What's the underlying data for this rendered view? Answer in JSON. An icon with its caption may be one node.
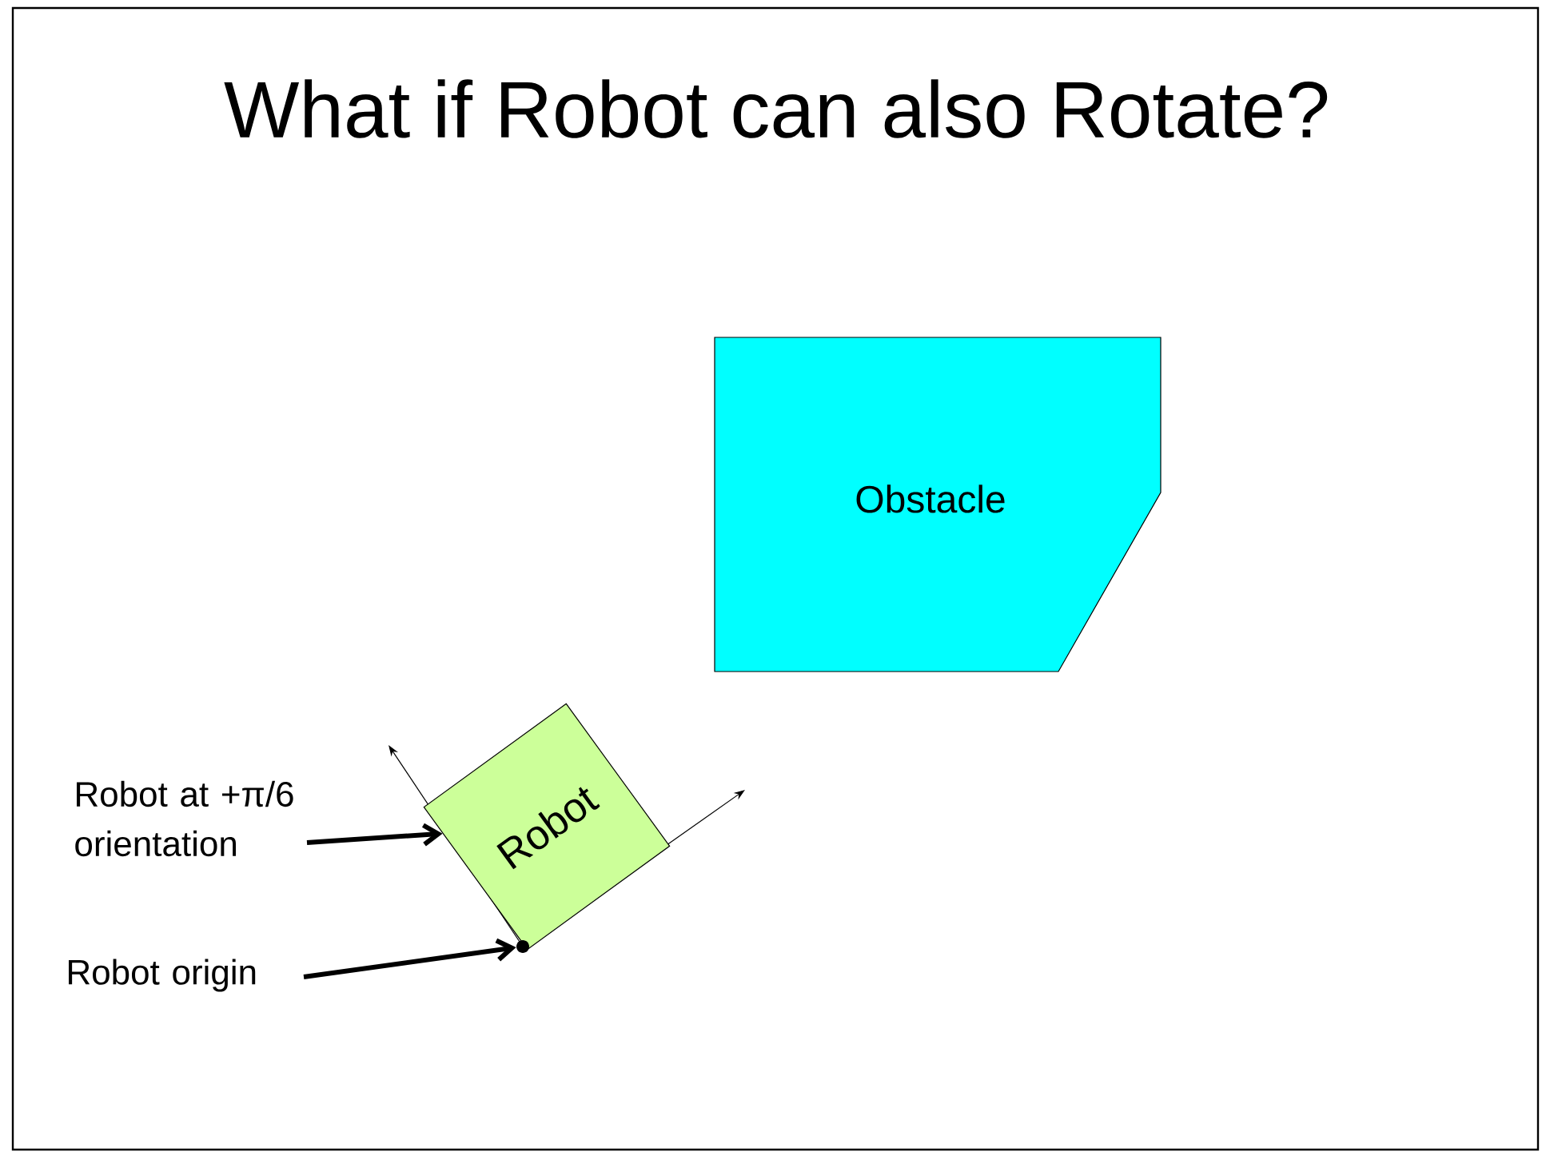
{
  "diagram": {
    "title": "What if Robot can also Rotate?",
    "nodes": [
      {
        "text": [
          "Obstacle"
        ]
      },
      {
        "text": [
          "Robot"
        ]
      },
      {
        "text": [
          "Robot at +π/6 orientation"
        ]
      },
      {
        "text": [
          "Robot origin"
        ]
      },
      {
        "text": [],
        "shape": "circle"
      }
    ],
    "edges": [
      {
        "from": 2,
        "to": 1,
        "arrow": "to"
      },
      {
        "from": 3,
        "to": 4,
        "arrow": "to"
      }
    ]
  }
}
